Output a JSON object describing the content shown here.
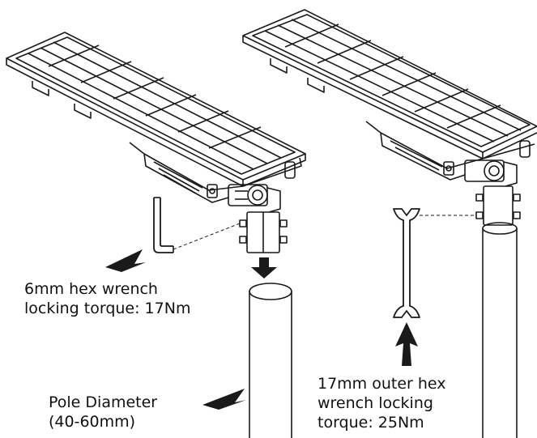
{
  "labels": {
    "hex_wrench": [
      "6mm hex wrench",
      "locking torque: 17Nm"
    ],
    "pole": [
      "Pole Diameter",
      "(40-60mm)"
    ],
    "outer_hex_wrench": [
      "17mm outer hex",
      "wrench locking",
      "torque: 25Nm"
    ]
  },
  "colors": {
    "line": "#1a1a1a",
    "background": "#ffffff"
  }
}
